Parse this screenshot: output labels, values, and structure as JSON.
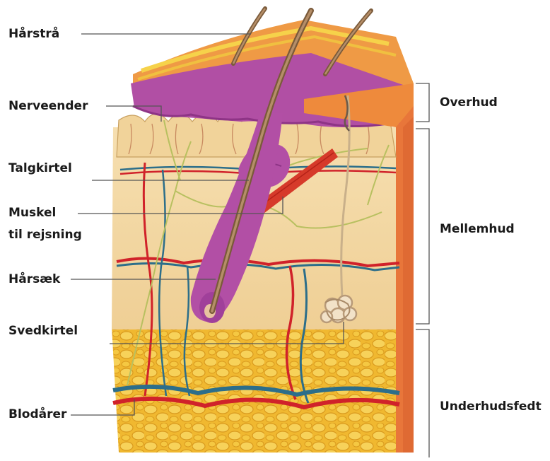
{
  "labels": {
    "left": {
      "hair_shaft": "Hårstrå",
      "nerve_endings": "Nerveender",
      "sebaceous_gland": "Talgkirtel",
      "muscle_line1": "Muskel",
      "muscle_line2": "til rejsning",
      "hair_follicle": "Hårsæk",
      "sweat_gland": "Svedkirtel",
      "blood_vessels": "Blodårer"
    },
    "right": {
      "epidermis": "Overhud",
      "dermis": "Mellemhud",
      "subcutis": "Underhudsfedt"
    }
  },
  "colors": {
    "epidermis_orange": "#e8893a",
    "epidermis_purple": "#b04aa0",
    "dermis": "#f3d9a8",
    "fat": "#f0b830",
    "artery": "#d0222a",
    "vein": "#2c6e8a",
    "nerve": "#b8c060",
    "hair": "#8a6848"
  }
}
